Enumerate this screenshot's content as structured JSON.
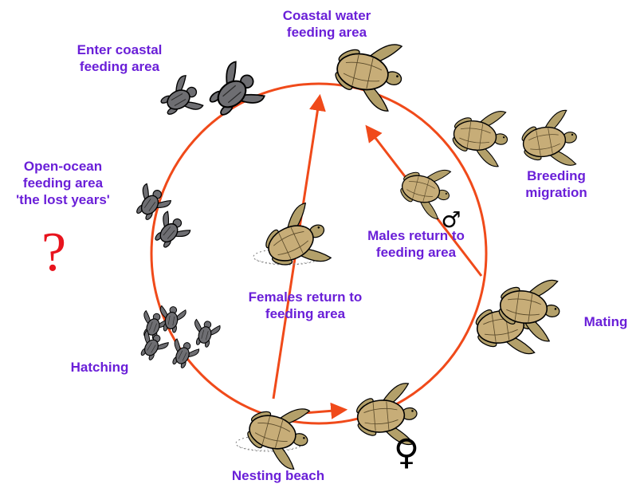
{
  "labels": {
    "coastal_water": [
      "Coastal water",
      "feeding area"
    ],
    "enter_coastal": [
      "Enter coastal",
      "feeding area"
    ],
    "open_ocean": [
      "Open-ocean",
      "feeding area",
      "'the lost years'"
    ],
    "breeding_migration": [
      "Breeding",
      "migration"
    ],
    "males_return": [
      "Males return to",
      "feeding area"
    ],
    "females_return": [
      "Females return to",
      "feeding area"
    ],
    "mating": "Mating",
    "hatching": "Hatching",
    "nesting_beach": "Nesting beach",
    "unknown": "?"
  },
  "symbols": {
    "male": "♂",
    "female": "♀"
  },
  "colors": {
    "cycle_line": "#f04a1a",
    "label_text": "#6a1fd8",
    "question_mark": "#e8141e",
    "adult_shell": "#c7ad78",
    "adult_skin": "#b3a06a",
    "hatchling": "#6e6e72",
    "outline": "#000000"
  }
}
